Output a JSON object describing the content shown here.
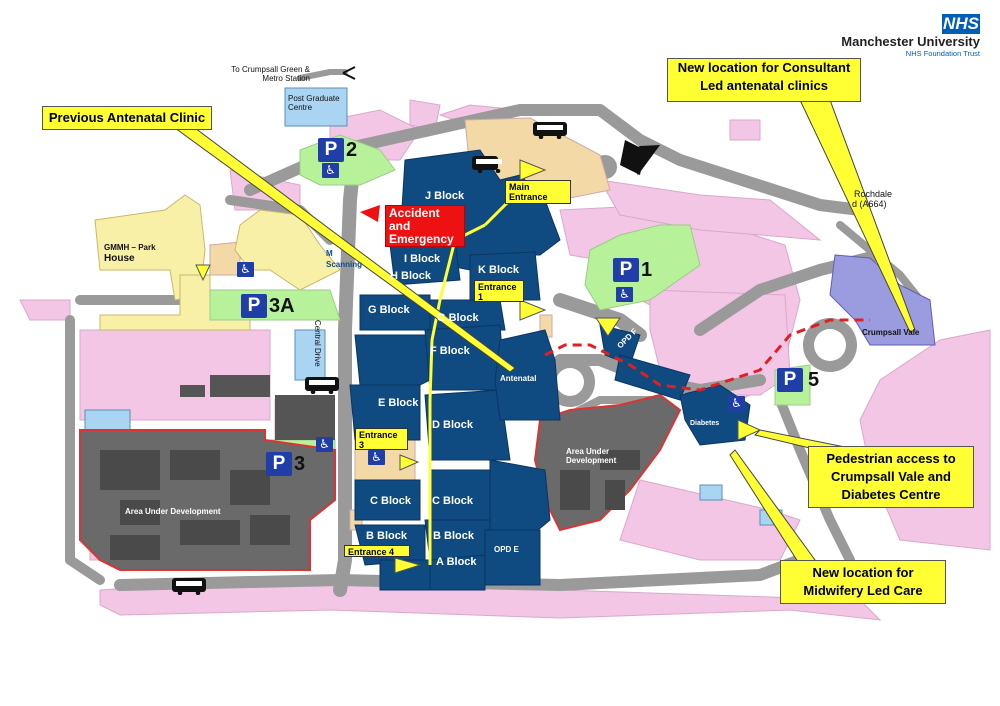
{
  "header": {
    "nhs_logo": "NHS",
    "org_name": "Manchester University",
    "trust_name": "NHS Foundation Trust"
  },
  "callouts": {
    "previous_antenatal": "Previous Antenatal Clinic",
    "consultant_led": "New location for Consultant Led antenatal clinics",
    "pedestrian_access": "Pedestrian access to Crumpsall Vale and Diabetes Centre",
    "midwifery_led": "New location for Midwifery Led Care"
  },
  "signs": {
    "main_entrance": "Main Entrance",
    "entrance_1": "Entrance 1",
    "entrance_3": "Entrance 3",
    "entrance_4": "Entrance 4",
    "accident_emergency": "Accident and Emergency"
  },
  "buildings": {
    "j_block": "J Block",
    "i_block": "I Block",
    "h_block": "H Block",
    "k_block": "K Block",
    "g_block": "G Block",
    "g_block_right": "G Block",
    "f_block": "F Block",
    "e_block": "E Block",
    "d_block": "D Block",
    "c_block_left": "C Block",
    "c_block_right": "C Block",
    "b_block_left": "B Block",
    "b_block_right": "B Block",
    "a_block": "A Block",
    "opd_e": "OPD E",
    "opd_f": "OPD F",
    "antenatal": "Antenatal",
    "diabetes": "Diabetes",
    "crumpsall_vale": "Crumpsall Vale",
    "post_graduate": "Post Graduate Centre",
    "gmmh_park_house_line1": "GMMH – Park",
    "gmmh_park_house_line2": "House",
    "scanning_line1": "M",
    "scanning_line2": "Scanning",
    "area_dev_left": "Area Under Development",
    "area_dev_right": "Area Under Development"
  },
  "roads": {
    "to_crumpsall": "To Crumpsall Green & Metro Station",
    "rochdale_road_line1": "Rochdale",
    "rochdale_road_line2": "d (A664)",
    "central_drive": "Central Drive"
  },
  "parking": {
    "p_letter": "P",
    "p1": "1",
    "p2": "2",
    "p3": "3",
    "p3a": "3A",
    "p5": "5"
  },
  "icons": [
    "wheelchair-icon",
    "bus-icon",
    "arrow-icon",
    "parking-icon"
  ],
  "colors": {
    "building_blue": "#0f4a80",
    "highlight_yellow": "#ffff33",
    "parking_green": "#b7f29a",
    "area_pink": "#f3c6e6",
    "road_grey": "#9a9a9a",
    "tan": "#f2d9a5",
    "pale_yellow": "#f9f0a8",
    "undeveloped_grey": "#595959",
    "accident_red": "#ee1111",
    "route_red": "#e02020",
    "nhs_blue": "#005eb8"
  }
}
